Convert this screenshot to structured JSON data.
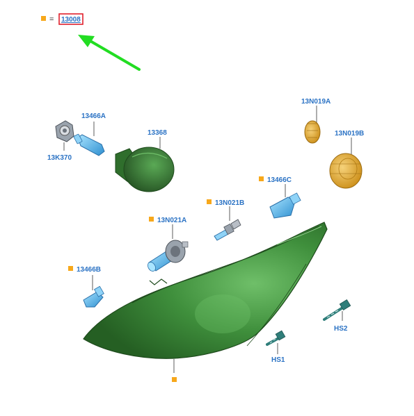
{
  "legend": {
    "marker_color": "#f7a81b",
    "equals": "=",
    "part_number": "13008",
    "highlight_color": "#e0202c"
  },
  "arrow_color": "#22dd22",
  "colors": {
    "housing": "#3d8a3a",
    "housing_dark": "#245c22",
    "bulb_blue": "#4cb8ee",
    "amber": "#e2a52a",
    "screw": "#2f7e7a"
  },
  "parts": [
    {
      "id": "13466A",
      "label": "13466A"
    },
    {
      "id": "13368",
      "label": "13368"
    },
    {
      "id": "13K370",
      "label": "13K370"
    },
    {
      "id": "13N019A",
      "label": "13N019A"
    },
    {
      "id": "13N019B",
      "label": "13N019B"
    },
    {
      "id": "13466C",
      "label": "13466C"
    },
    {
      "id": "13N021B",
      "label": "13N021B"
    },
    {
      "id": "13N021A",
      "label": "13N021A"
    },
    {
      "id": "13466B",
      "label": "13466B"
    },
    {
      "id": "HS2",
      "label": "HS2"
    },
    {
      "id": "HS1",
      "label": "HS1"
    }
  ]
}
